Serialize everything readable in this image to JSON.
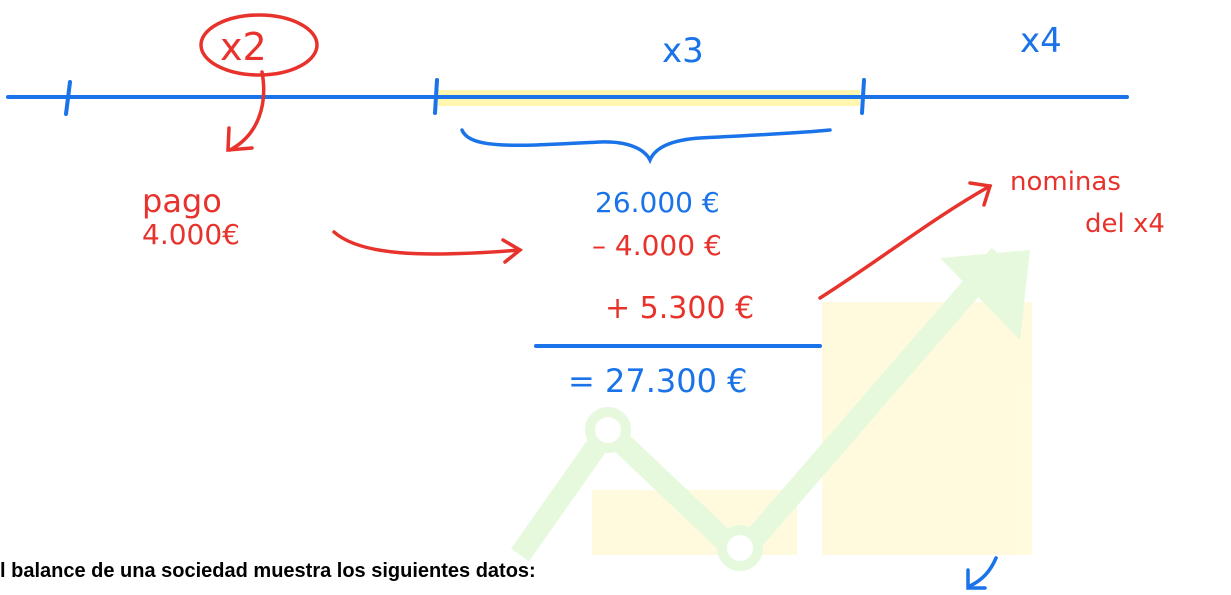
{
  "timeline": {
    "labels": {
      "x2": "x2",
      "x3": "x3",
      "x4": "x4"
    }
  },
  "annotations": {
    "payment_title": "pago",
    "payment_amount": "4.000€",
    "calc_line1": "26.000 €",
    "calc_line2": "– 4.000 €",
    "calc_line3": "+ 5.300 €",
    "calc_result": "= 27.300 €",
    "nominal_line1": "nominas",
    "nominal_line2": "del x4"
  },
  "document": {
    "text": "l balance de una sociedad muestra los siguientes datos:"
  },
  "colors": {
    "ink_blue": "#1a73e8",
    "ink_red": "#e8322c",
    "highlight_yellow": "#fff7b0",
    "watermark_green": "#b8f0a0"
  }
}
